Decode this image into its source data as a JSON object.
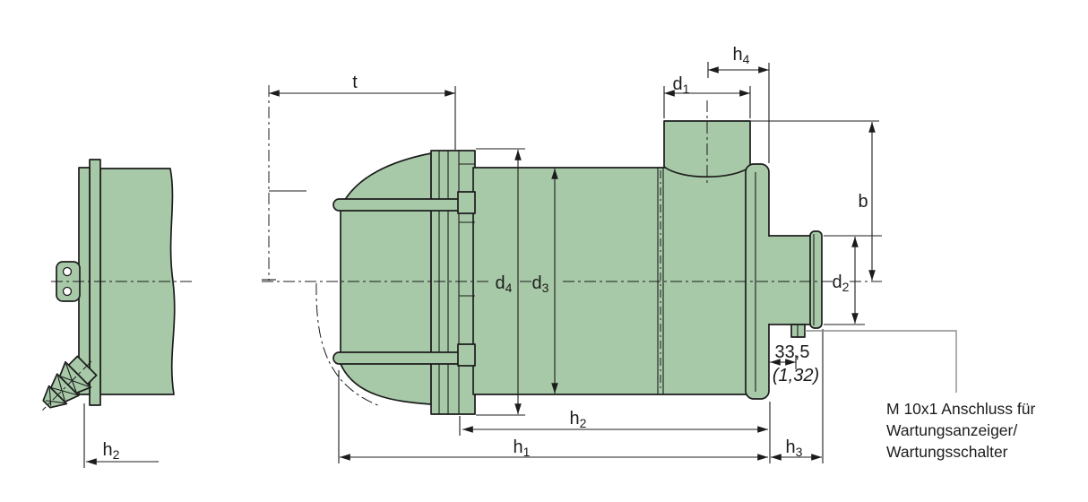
{
  "colors": {
    "part_fill": "#a7c9a8",
    "line": "#1c1c1c",
    "leader": "#8c8c8c",
    "background": "#ffffff"
  },
  "dimensions": {
    "t": {
      "base": "t",
      "sub": ""
    },
    "h4": {
      "base": "h",
      "sub": "4"
    },
    "d1": {
      "base": "d",
      "sub": "1"
    },
    "b": {
      "base": "b",
      "sub": ""
    },
    "d2": {
      "base": "d",
      "sub": "2"
    },
    "d4": {
      "base": "d",
      "sub": "4"
    },
    "d3": {
      "base": "d",
      "sub": "3"
    },
    "h2_body": {
      "base": "h",
      "sub": "2"
    },
    "h1": {
      "base": "h",
      "sub": "1"
    },
    "h3": {
      "base": "h",
      "sub": "3"
    },
    "h2_side": {
      "base": "h",
      "sub": "2"
    },
    "port_offset": {
      "value": "33,5",
      "value_inches": "(1,32)"
    }
  },
  "annotation": {
    "line1": "M 10x1 Anschluss für",
    "line2": "Wartungsanzeiger/",
    "line3": "Wartungsschalter"
  }
}
